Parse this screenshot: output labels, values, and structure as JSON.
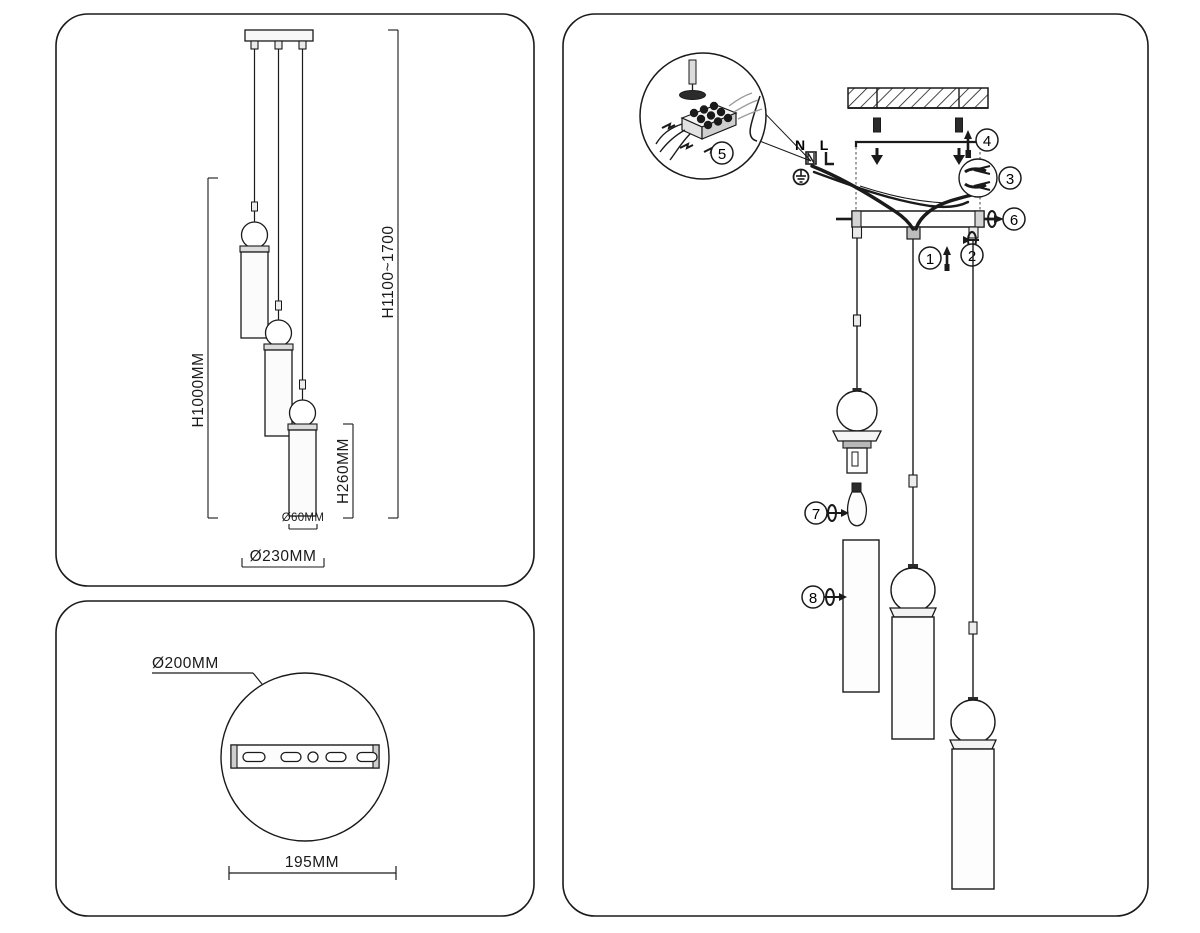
{
  "document": {
    "type": "installation-diagram",
    "product": "3-light pendant chandelier",
    "panel_count": 3
  },
  "panels": {
    "dimensions_front": {
      "name": "front-elevation-panel",
      "labels": {
        "total_drop": "H1100~1700",
        "pendant_drop_max": "H1000MM",
        "shade_height": "H260MM",
        "shade_diameter": "Ø60MM",
        "spread_diameter": "Ø230MM"
      }
    },
    "dimensions_plan": {
      "name": "canopy-plan-panel",
      "labels": {
        "canopy_diameter": "Ø200MM",
        "bracket_length": "195MM"
      }
    },
    "assembly": {
      "name": "assembly-instruction-panel",
      "callouts": [
        {
          "id": "1",
          "label": "1",
          "item": "screw"
        },
        {
          "id": "2",
          "label": "2",
          "item": "nut-washer"
        },
        {
          "id": "3",
          "label": "3",
          "item": "wire-connector"
        },
        {
          "id": "4",
          "label": "4",
          "item": "expansion-bolt"
        },
        {
          "id": "5",
          "label": "5",
          "item": "terminal-block-detail"
        },
        {
          "id": "6",
          "label": "6",
          "item": "nut"
        },
        {
          "id": "7",
          "label": "7",
          "item": "bulb"
        },
        {
          "id": "8",
          "label": "8",
          "item": "glass-shade"
        }
      ],
      "wire_labels": {
        "neutral": "N",
        "live": "L",
        "earth": "⏚"
      }
    }
  },
  "colors": {
    "stroke": "#1a1a1a",
    "panel_border": "#1a1a1a",
    "background": "#ffffff",
    "fill_light": "#f2f2f2",
    "fill_mid": "#d8d8d8",
    "fill_dark": "#2b2b2b"
  }
}
